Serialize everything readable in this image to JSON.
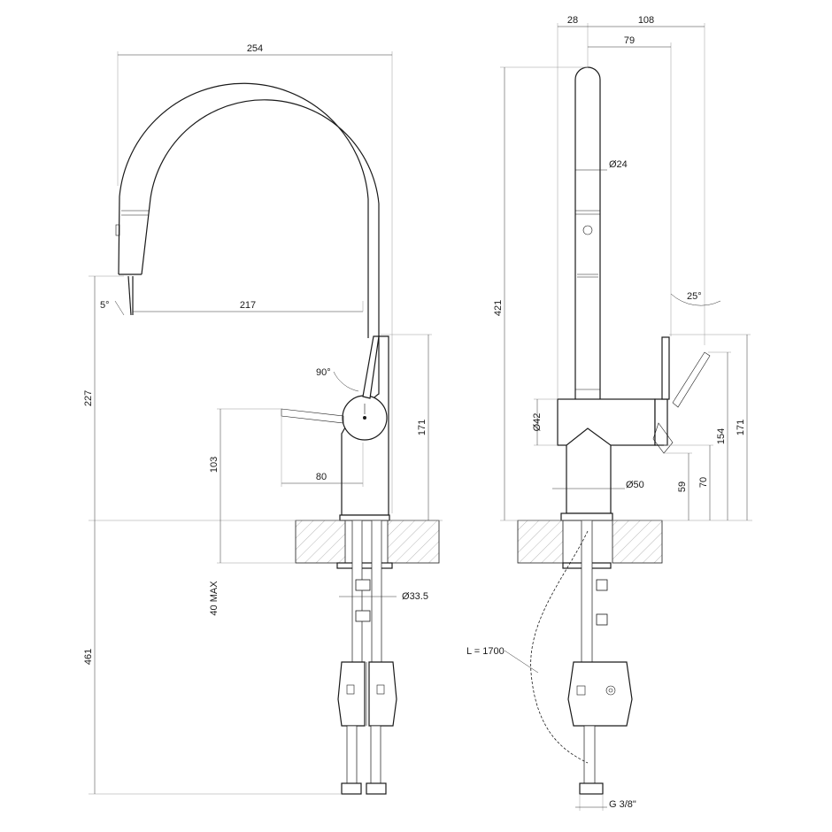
{
  "dimensions": {
    "front": {
      "spout_reach": "254",
      "outlet_offset": "217",
      "handle_offset": "80",
      "outlet_angle": "5°",
      "handle_angle": "90°",
      "outlet_height": "227",
      "handle_height": "103",
      "lever_height": "171",
      "deck_thickness": "40 MAX",
      "below_deck_length": "461",
      "hole_diameter": "33.5"
    },
    "side": {
      "spout_tip_offset": "28",
      "lever_reach": "108",
      "spout_axis_offset": "79",
      "total_height": "421",
      "spout_diameter": "Ø24",
      "lever_angle": "25°",
      "body_diameter": "Ø42",
      "base_diameter": "Ø50",
      "lever_height": "171",
      "lever_mid_height": "154",
      "lever_low_height": "70",
      "base_height": "59",
      "hose_length": "L = 1700",
      "connection_thread": "G 3/8\""
    }
  }
}
